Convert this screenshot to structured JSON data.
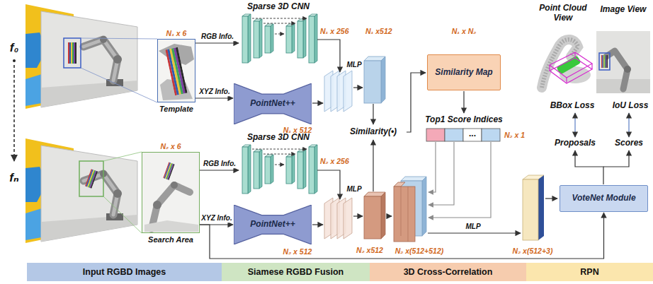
{
  "diagram": {
    "nodes": [
      {
        "text": [
          "N₁ x 6",
          "Template"
        ]
      },
      {
        "text": [
          "Sparse 3D CNN"
        ]
      },
      {
        "text": [
          "PointNet++"
        ]
      },
      {
        "text": [
          "N₂ x 6",
          "Search Area"
        ]
      },
      {
        "text": [
          "Sparse 3D CNN"
        ]
      },
      {
        "text": [
          "PointNet++"
        ]
      },
      {
        "text": [
          "Similarity Map"
        ]
      },
      {
        "text": [
          "VoteNet Module"
        ]
      },
      {
        "text": [
          "Input RGBD Images"
        ]
      },
      {
        "text": [
          "Siamese RGBD Fusion"
        ]
      },
      {
        "text": [
          "3D Cross-Correlation"
        ]
      },
      {
        "text": [
          "RPN"
        ]
      }
    ],
    "edges": [
      {
        "from": 0,
        "to": 1,
        "label": "RGB Info.",
        "arrow": "to"
      },
      {
        "from": 0,
        "to": 2,
        "label": "XYZ Info.",
        "arrow": "to"
      },
      {
        "from": 3,
        "to": 4,
        "label": "RGB Info.",
        "arrow": "to"
      },
      {
        "from": 3,
        "to": 5,
        "label": "XYZ Info.",
        "arrow": "to"
      },
      {
        "from": 3,
        "to": 7,
        "arrow": "to"
      }
    ],
    "labels": [
      "f₀",
      "fₙ",
      "N₁ x 256",
      "N₁ x512",
      "N₁ x 512",
      "MLP",
      "N₁ x N₂",
      "Similarity(•)",
      "Top1 Score Indices",
      "...",
      "N₂ x 1",
      "N₂ x 256",
      "MLP",
      "N₂ x512",
      "N₂ x 512",
      "N₂ x(512+512)",
      "MLP",
      "N₂ x(512+3)",
      "Point Cloud View",
      "Image View",
      "BBox Loss",
      "IoU Loss",
      "Proposals",
      "Scores"
    ]
  }
}
